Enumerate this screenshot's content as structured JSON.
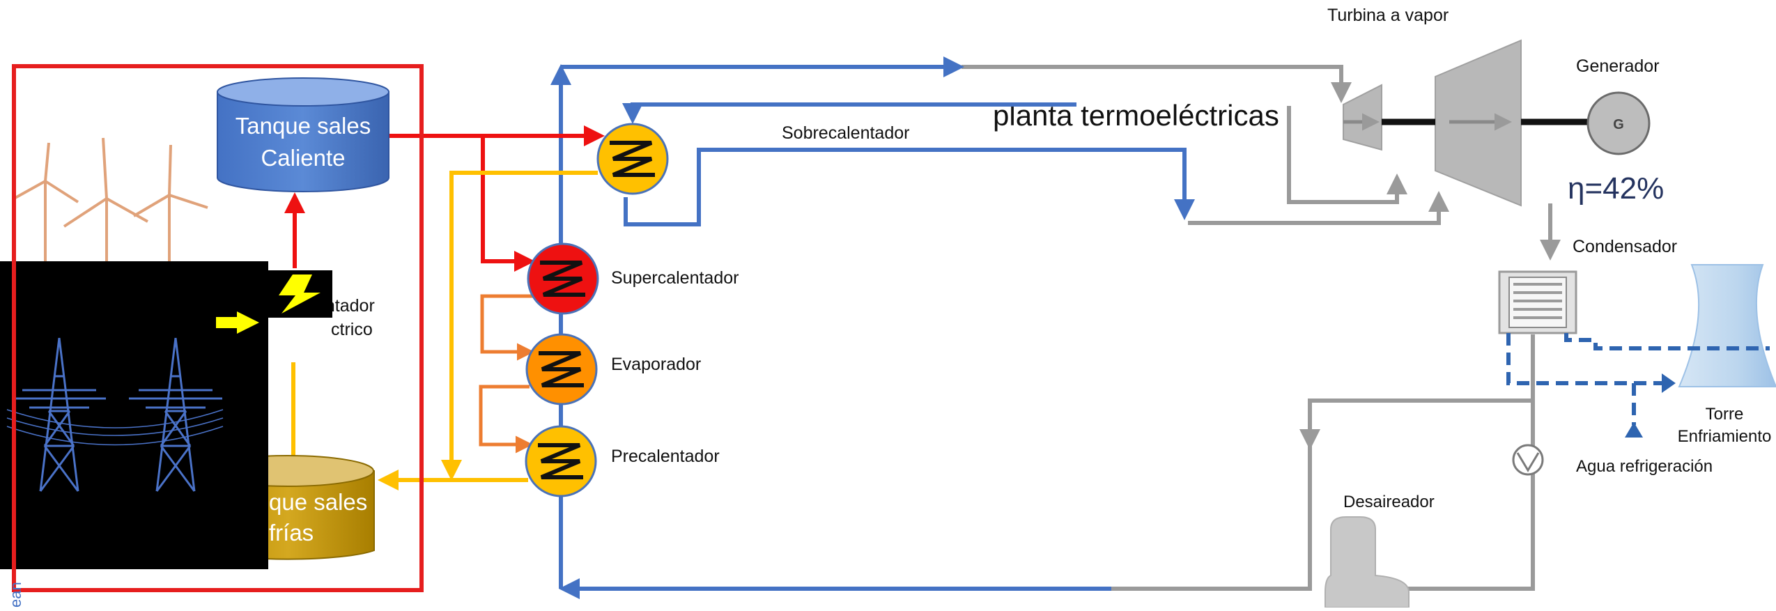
{
  "title": "planta termoeléctricas",
  "labels": {
    "turbine": "Turbina a vapor",
    "generator": "Generador",
    "generator_symbol": "G",
    "efficiency": "η=42%",
    "condenser": "Condensador",
    "cooling_tower": "Torre Enfriamiento",
    "cooling_tower_line1": "Torre",
    "cooling_tower_line2": "Enfriamiento",
    "cooling_water": "Agua refrigeración",
    "deaerator": "Desaireador",
    "superheater_top": "Sobrecalentador",
    "superheater": "Supercalentador",
    "evaporator": "Evaporador",
    "preheater": "Precalentador",
    "hot_tank_line1": "Tanque sales",
    "hot_tank_line2": "Caliente",
    "cold_tank_line1": "que sales",
    "cold_tank_line2": "frías",
    "heater_line1": "entador",
    "heater_line2": "ctrico",
    "side_text": "ean"
  },
  "colors": {
    "molten_salt_hot": "#ee1111",
    "molten_salt_cold": "#ffc000",
    "water_steam": "#4472c4",
    "equipment": "#a6a6a6",
    "hot_tank": "#4472c4",
    "cold_tank": "#c09000",
    "frame": "#e61e1e"
  }
}
